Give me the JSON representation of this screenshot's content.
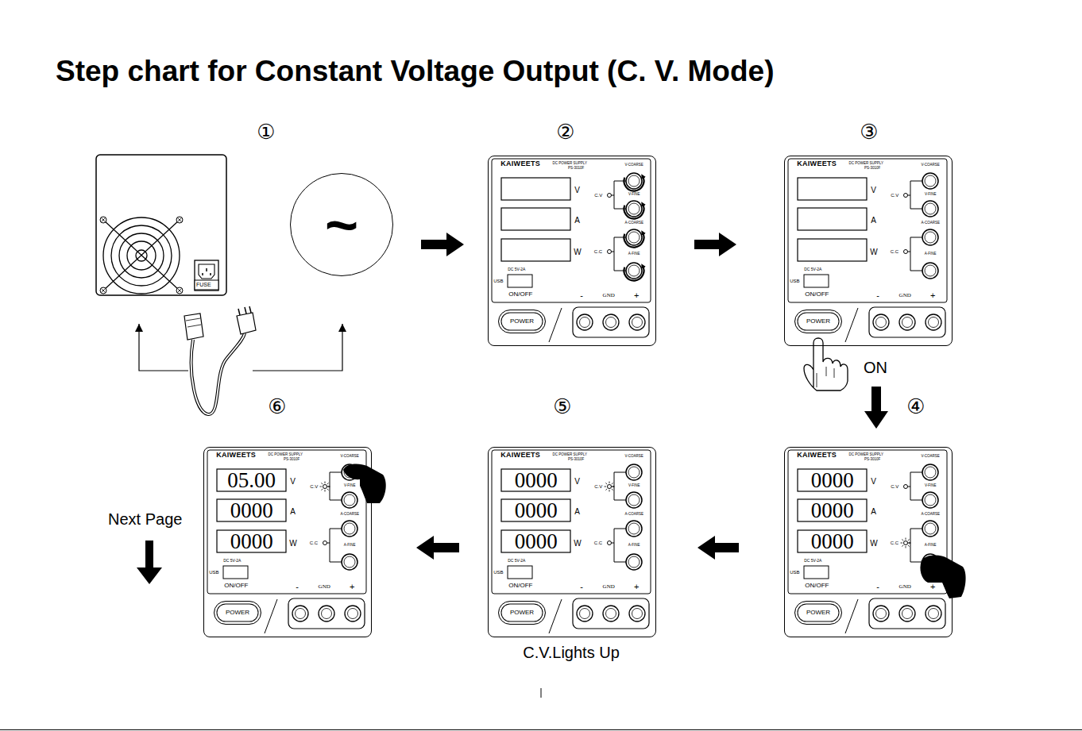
{
  "diagram": {
    "title": "Step chart for Constant Voltage Output (C. V. Mode)",
    "nodes": [
      {
        "text": [
          "~"
        ]
      },
      {
        "text": [
          "KAIWEETS",
          "DC POWER SUPPLY",
          "PS-3010F",
          "V",
          "A",
          "W",
          "C.V",
          "C.C",
          "V-COARSE",
          "V-FINE",
          "A-COARSE",
          "A-FINE",
          "DC 5V-2A",
          "USB",
          "ON/OFF",
          "-",
          "GND",
          "+"
        ]
      },
      {
        "text": [
          "POWER"
        ],
        "in": 1
      },
      {
        "text": [
          "KAIWEETS",
          "DC POWER SUPPLY",
          "PS-3010F",
          "V",
          "A",
          "W",
          "C.V",
          "C.C",
          "V-COARSE",
          "V-FINE",
          "A-COARSE",
          "A-FINE",
          "DC 5V-2A",
          "USB",
          "ON/OFF",
          "-",
          "GND",
          "+"
        ]
      },
      {
        "text": [
          "POWER"
        ],
        "in": 3
      },
      {
        "text": [
          "KAIWEETS",
          "DC POWER SUPPLY",
          "PS-3010F",
          "V",
          "A",
          "W",
          "C.V",
          "C.C",
          "V-COARSE",
          "V-FINE",
          "A-COARSE",
          "A-FINE",
          "DC 5V-2A",
          "USB",
          "ON/OFF",
          "-",
          "GND",
          "+"
        ]
      },
      {
        "text": [
          "0000"
        ],
        "in": 5
      },
      {
        "text": [
          "0000"
        ],
        "in": 5
      },
      {
        "text": [
          "0000"
        ],
        "in": 5
      },
      {
        "text": [
          "POWER"
        ],
        "in": 5
      },
      {
        "text": [
          "KAIWEETS",
          "DC POWER SUPPLY",
          "PS-3010F",
          "V",
          "A",
          "W",
          "C.V",
          "C.C",
          "V-COARSE",
          "V-FINE",
          "A-COARSE",
          "A-FINE",
          "DC 5V-2A",
          "USB",
          "ON/OFF",
          "-",
          "GND",
          "+"
        ]
      },
      {
        "text": [
          "0000"
        ],
        "in": 10
      },
      {
        "text": [
          "0000"
        ],
        "in": 10
      },
      {
        "text": [
          "0000"
        ],
        "in": 10
      },
      {
        "text": [
          "POWER"
        ],
        "in": 10
      },
      {
        "text": [
          "KAIWEETS",
          "DC POWER SUPPLY",
          "PS-3010F",
          "V",
          "A",
          "W",
          "C.V",
          "C.C",
          "V-COARSE",
          "V-FINE",
          "A-COARSE",
          "A-FINE",
          "DC 5V-2A",
          "USB",
          "ON/OFF",
          "-",
          "GND",
          "+"
        ]
      },
      {
        "text": [
          "05.00"
        ],
        "in": 15
      },
      {
        "text": [
          "0000"
        ],
        "in": 15
      },
      {
        "text": [
          "0000"
        ],
        "in": 15
      },
      {
        "text": [
          "POWER"
        ],
        "in": 15
      }
    ],
    "edges": [
      {
        "from": 0,
        "to": 1,
        "arrow": "to"
      },
      {
        "from": 1,
        "to": 3,
        "arrow": "to"
      },
      {
        "from": 3,
        "to": 5,
        "arrow": "to"
      },
      {
        "from": 5,
        "to": 10,
        "arrow": "to"
      },
      {
        "from": 10,
        "to": 15,
        "arrow": "to"
      }
    ],
    "labels": [
      "FUSE",
      "①",
      "②",
      "③",
      "ON",
      "⑥",
      "⑤",
      "④",
      "Next Page",
      "C.V.Lights Up"
    ]
  }
}
